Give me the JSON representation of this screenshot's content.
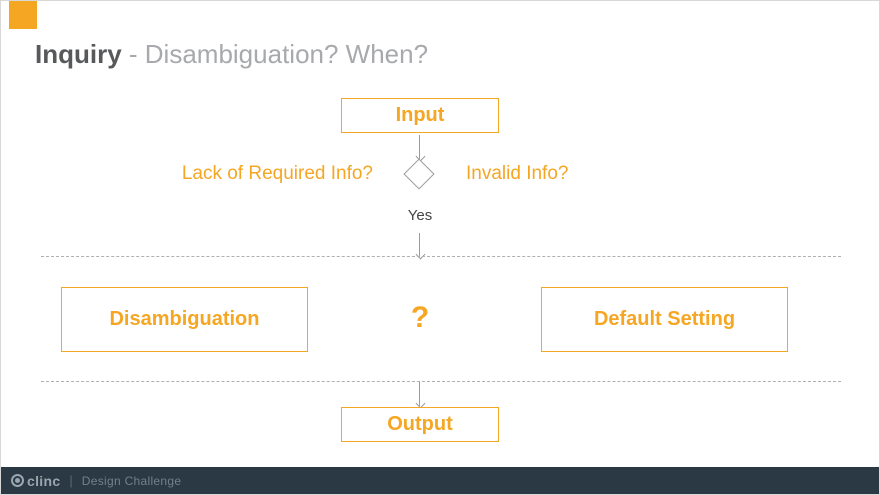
{
  "slide": {
    "title": {
      "emphasis": "Inquiry",
      "rest": " - Disambiguation? When?"
    }
  },
  "flowchart": {
    "input_label": "Input",
    "condition_left": "Lack of Required Info?",
    "condition_right": "Invalid Info?",
    "decision_result": "Yes",
    "disambiguation_label": "Disambiguation",
    "question_mark": "?",
    "default_setting_label": "Default Setting",
    "output_label": "Output"
  },
  "footer": {
    "brand": "clinc",
    "divider": "|",
    "text": "Design Challenge"
  },
  "colors": {
    "accent_orange": "#F5A623",
    "footer_background": "#2B3944",
    "title_dark": "#58595B",
    "title_light": "#A7A9AC",
    "line_gray": "#9B9B9B"
  }
}
